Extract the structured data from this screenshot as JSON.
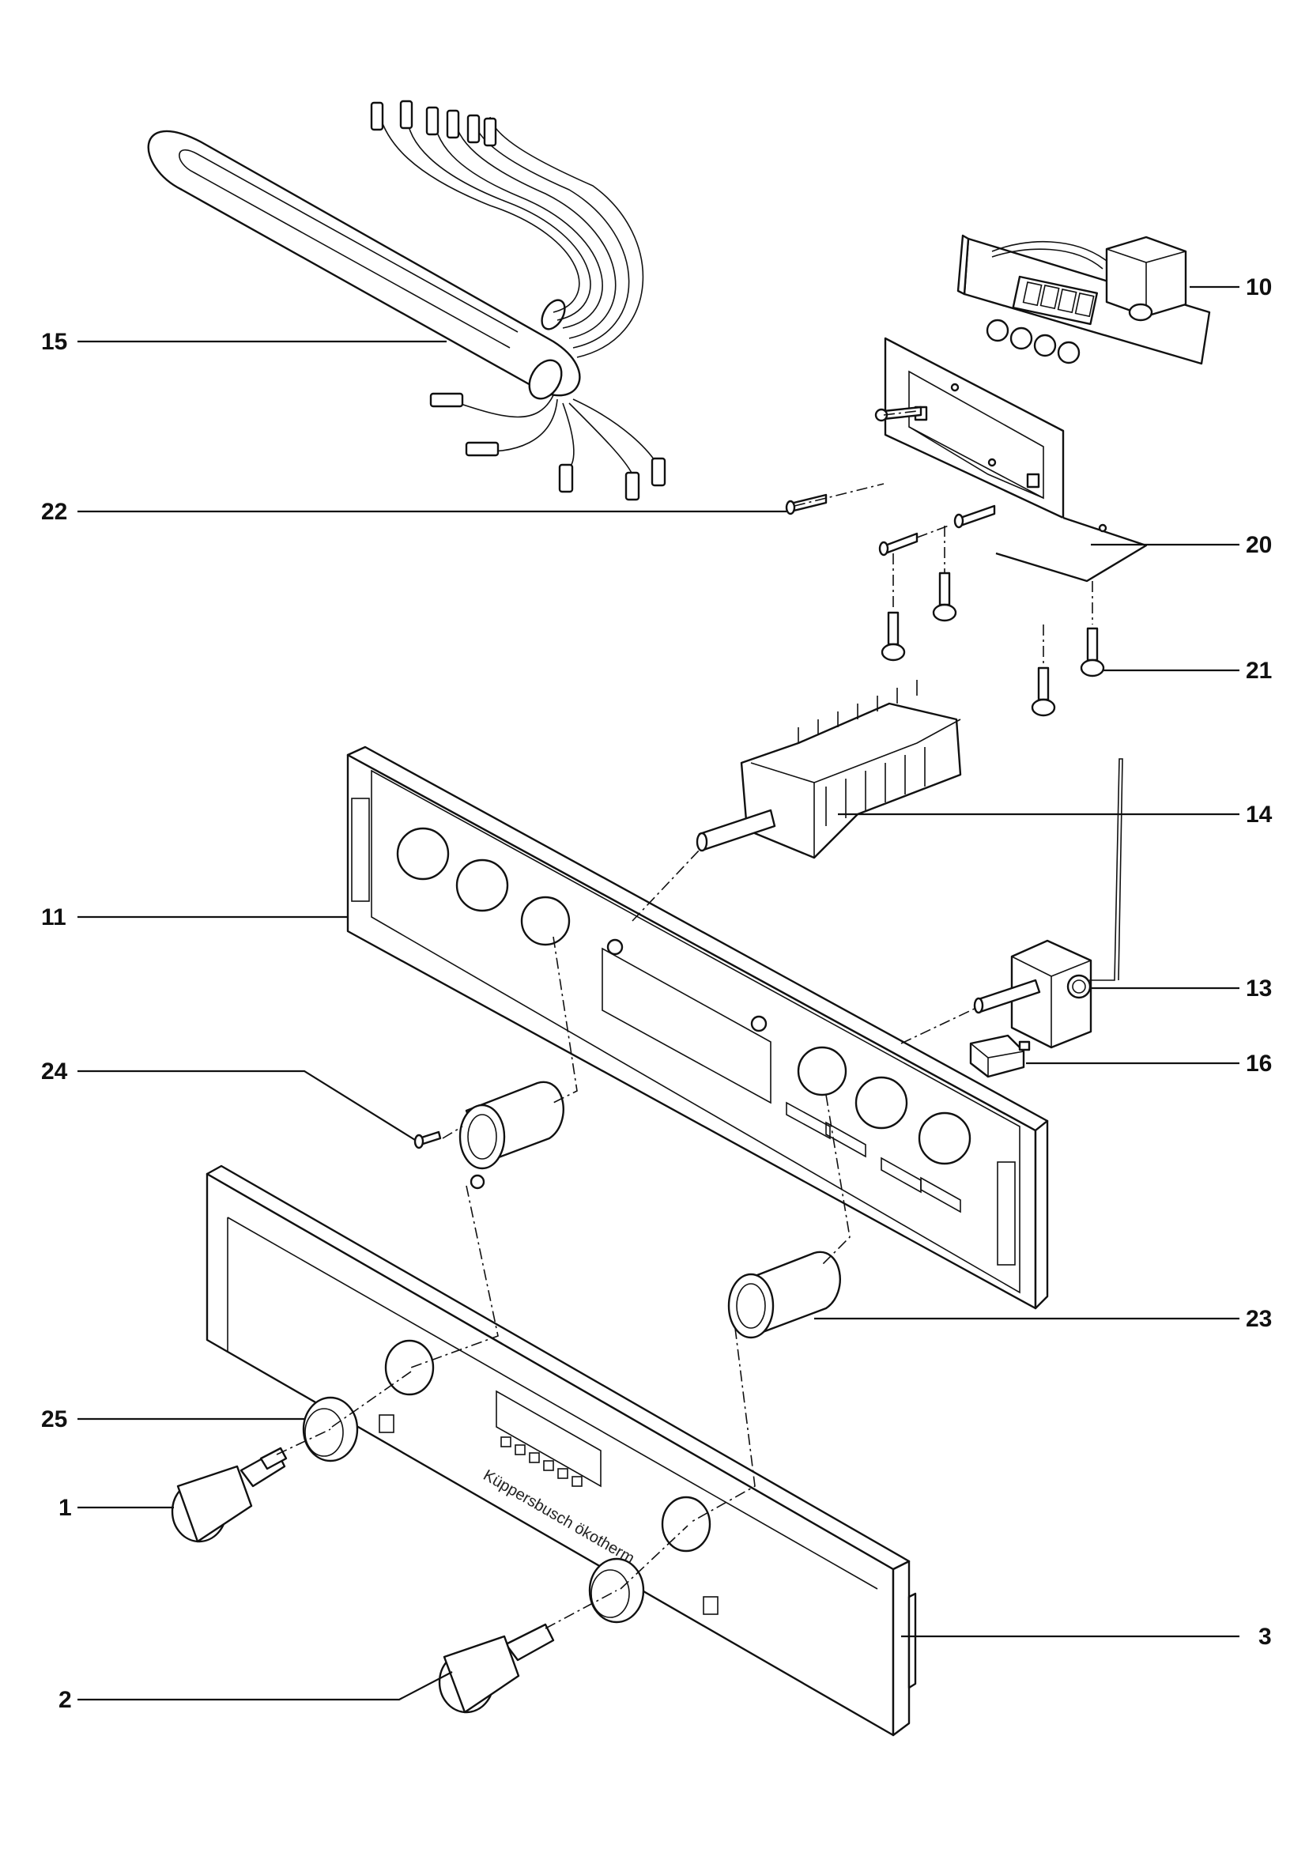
{
  "callouts": {
    "c15": "15",
    "c22": "22",
    "c11": "11",
    "c24": "24",
    "c25": "25",
    "c1": "1",
    "c2": "2",
    "c10": "10",
    "c20": "20",
    "c21": "21",
    "c14": "14",
    "c13": "13",
    "c16": "16",
    "c23": "23",
    "c3": "3"
  },
  "panel_brand": "Küppersbusch  ökotherm"
}
